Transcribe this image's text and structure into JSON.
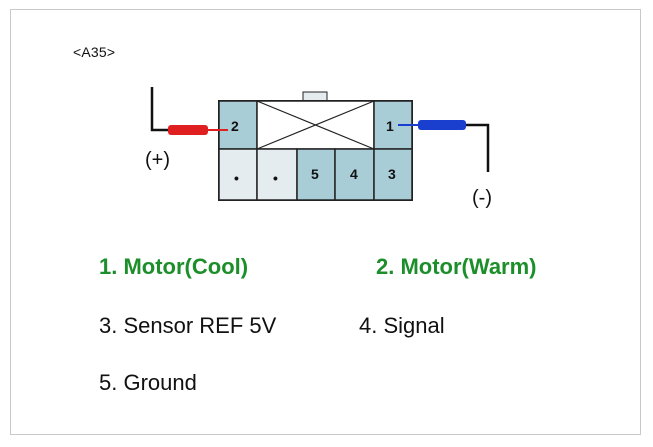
{
  "connector": {
    "id": "<A35>",
    "polarity_positive": "(+)",
    "polarity_negative": "(-)",
    "pins_top": [
      {
        "label": "2",
        "color": "#ffffff"
      },
      {
        "label": "1",
        "color": "#ffffff"
      }
    ],
    "pins_bottom": [
      {
        "label": "•",
        "filled": false
      },
      {
        "label": "•",
        "filled": false
      },
      {
        "label": "5",
        "filled": true
      },
      {
        "label": "4",
        "filled": true
      },
      {
        "label": "3",
        "filled": true
      }
    ],
    "colors": {
      "pin_fill": "#a9cdd6",
      "empty_fill": "#e4ecef",
      "outline": "#222222",
      "wire_positive": "#e02020",
      "wire_negative": "#1a3fcf",
      "highlight_text": "#1c8f2a"
    }
  },
  "legend": {
    "item1": "1. Motor(Cool)",
    "item2": "2. Motor(Warm)",
    "item3": "3. Sensor REF 5V",
    "item4": "4. Signal",
    "item5": "5. Ground"
  }
}
